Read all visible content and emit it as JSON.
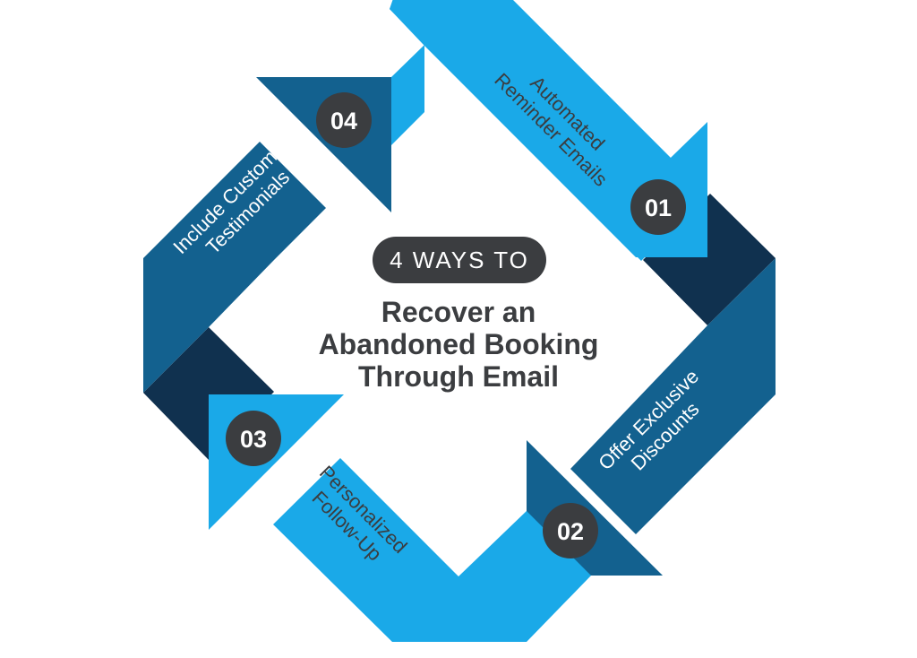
{
  "header": {
    "pill": "4 WAYS TO",
    "title_lines": [
      "Recover an",
      "Abandoned Booking",
      "Through Email"
    ]
  },
  "steps": [
    {
      "number": "01",
      "lines": [
        "Automated",
        "Reminder Emails"
      ]
    },
    {
      "number": "02",
      "lines": [
        "Offer Exclusive",
        "Discounts"
      ]
    },
    {
      "number": "03",
      "lines": [
        "Personalized",
        "Follow-Up"
      ]
    },
    {
      "number": "04",
      "lines": [
        "Include Customer",
        "Testimonials"
      ]
    }
  ],
  "colors": {
    "light_blue": "#1aa9e8",
    "mid_blue": "#13618f",
    "dark_navy": "#10314f",
    "badge": "#3b3d40",
    "text_dark": "#3b3d40",
    "text_light": "#ffffff"
  }
}
